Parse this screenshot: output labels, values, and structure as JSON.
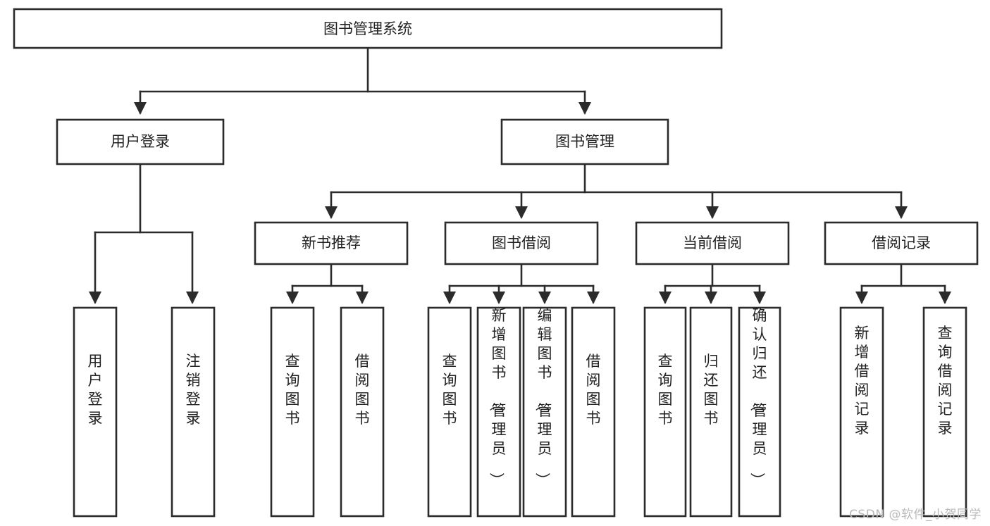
{
  "diagram": {
    "title": "图书管理系统",
    "type": "tree-flowchart",
    "colors": {
      "stroke": "#2b2b2b",
      "box_fill": "#ffffff",
      "text": "#222222",
      "background": "#ffffff",
      "watermark": "#b9b9b9"
    },
    "root": {
      "label": "图书管理系统"
    },
    "level2": [
      {
        "label": "用户登录"
      },
      {
        "label": "图书管理"
      }
    ],
    "level3": [
      {
        "label": "新书推荐"
      },
      {
        "label": "图书借阅"
      },
      {
        "label": "当前借阅"
      },
      {
        "label": "借阅记录"
      }
    ],
    "leaves": {
      "user_login": [
        {
          "label": "用户登录"
        },
        {
          "label": "注销登录"
        }
      ],
      "new_book": [
        {
          "label": "查询图书"
        },
        {
          "label": "借阅图书"
        }
      ],
      "book_borrow": [
        {
          "label": "查询图书"
        },
        {
          "label": "新增图书（管理员）"
        },
        {
          "label": "编辑图书（管理员）"
        },
        {
          "label": "借阅图书"
        }
      ],
      "current_borrow": [
        {
          "label": "查询图书"
        },
        {
          "label": "归还图书"
        },
        {
          "label": "确认归还（管理员）"
        }
      ],
      "borrow_record": [
        {
          "label": "新增借阅记录"
        },
        {
          "label": "查询借阅记录"
        }
      ]
    }
  },
  "watermark": {
    "text": "CSDN @软件_小贺同学"
  }
}
